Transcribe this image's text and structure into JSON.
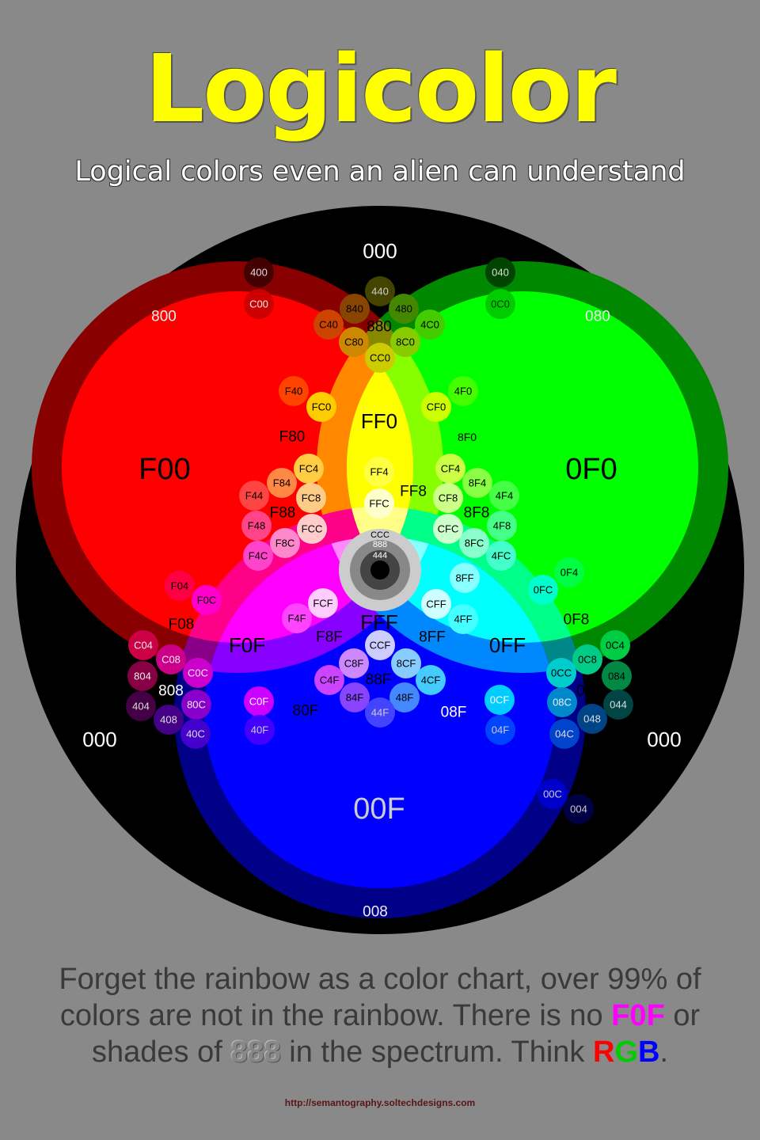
{
  "header": {
    "title": "Logicolor",
    "subtitle": "Logical colors even an alien can understand"
  },
  "diagram": {
    "outer_labels": [
      {
        "text": "000",
        "color": "#ffffff"
      },
      {
        "text": "000",
        "color": "#ffffff"
      },
      {
        "text": "000",
        "color": "#ffffff"
      }
    ],
    "region_labels": [
      {
        "text": "F00",
        "color": "#000000"
      },
      {
        "text": "0F0",
        "color": "#000000"
      },
      {
        "text": "00F",
        "color": "#cccccc"
      },
      {
        "text": "FF0",
        "color": "#000000"
      },
      {
        "text": "F0F",
        "color": "#000000"
      },
      {
        "text": "0FF",
        "color": "#000000"
      },
      {
        "text": "FFF",
        "color": "#000000"
      },
      {
        "text": "800",
        "color": "#eeeeee"
      },
      {
        "text": "080",
        "color": "#eeeeee"
      },
      {
        "text": "008",
        "color": "#eeeeee"
      },
      {
        "text": "880",
        "color": "#000000"
      },
      {
        "text": "808",
        "color": "#ffffff"
      },
      {
        "text": "088",
        "color": "#000000"
      },
      {
        "text": "F80",
        "color": "#000000"
      },
      {
        "text": "8F0",
        "color": "#000000"
      },
      {
        "text": "F08",
        "color": "#000000"
      },
      {
        "text": "80F",
        "color": "#000000"
      },
      {
        "text": "0F8",
        "color": "#000000"
      },
      {
        "text": "08F",
        "color": "#ffffff"
      },
      {
        "text": "FF8",
        "color": "#000000"
      },
      {
        "text": "F88",
        "color": "#000000"
      },
      {
        "text": "8F8",
        "color": "#000000"
      },
      {
        "text": "F8F",
        "color": "#000000"
      },
      {
        "text": "8FF",
        "color": "#000000"
      },
      {
        "text": "88F",
        "color": "#000000"
      }
    ],
    "swatches": [
      {
        "text": "400",
        "fill": "#440000",
        "text_color": "#dddddd"
      },
      {
        "text": "C00",
        "fill": "#cc0000",
        "text_color": "#eeeeee"
      },
      {
        "text": "040",
        "fill": "#004400",
        "text_color": "#dddddd"
      },
      {
        "text": "0C0",
        "fill": "#00cc00",
        "text_color": "#003300"
      },
      {
        "text": "440",
        "fill": "#444400",
        "text_color": "#cccccc"
      },
      {
        "text": "840",
        "fill": "#884400",
        "text_color": "#000000"
      },
      {
        "text": "480",
        "fill": "#448800",
        "text_color": "#000000"
      },
      {
        "text": "C40",
        "fill": "#cc4400",
        "text_color": "#000000"
      },
      {
        "text": "4C0",
        "fill": "#44cc00",
        "text_color": "#000000"
      },
      {
        "text": "C80",
        "fill": "#cc8800",
        "text_color": "#000000"
      },
      {
        "text": "8C0",
        "fill": "#88cc00",
        "text_color": "#000000"
      },
      {
        "text": "CC0",
        "fill": "#cccc00",
        "text_color": "#000000"
      },
      {
        "text": "F40",
        "fill": "#ff4400",
        "text_color": "#000000"
      },
      {
        "text": "4F0",
        "fill": "#44ff00",
        "text_color": "#000000"
      },
      {
        "text": "FC0",
        "fill": "#ffcc00",
        "text_color": "#000000"
      },
      {
        "text": "CF0",
        "fill": "#ccff00",
        "text_color": "#000000"
      },
      {
        "text": "FC4",
        "fill": "#ffcc44",
        "text_color": "#000000"
      },
      {
        "text": "CF4",
        "fill": "#ccff44",
        "text_color": "#000000"
      },
      {
        "text": "FF4",
        "fill": "#ffff44",
        "text_color": "#000000"
      },
      {
        "text": "FFC",
        "fill": "#ffffcc",
        "text_color": "#000000"
      },
      {
        "text": "F84",
        "fill": "#ff8844",
        "text_color": "#000000"
      },
      {
        "text": "8F4",
        "fill": "#88ff44",
        "text_color": "#000000"
      },
      {
        "text": "F44",
        "fill": "#ff4444",
        "text_color": "#000000"
      },
      {
        "text": "4F4",
        "fill": "#44ff44",
        "text_color": "#000000"
      },
      {
        "text": "FC8",
        "fill": "#ffcc88",
        "text_color": "#000000"
      },
      {
        "text": "CF8",
        "fill": "#ccff88",
        "text_color": "#000000"
      },
      {
        "text": "F48",
        "fill": "#ff4488",
        "text_color": "#000000"
      },
      {
        "text": "4F8",
        "fill": "#44ff88",
        "text_color": "#000000"
      },
      {
        "text": "FCC",
        "fill": "#ffcccc",
        "text_color": "#000000"
      },
      {
        "text": "CFC",
        "fill": "#ccffcc",
        "text_color": "#000000"
      },
      {
        "text": "F8C",
        "fill": "#ff88cc",
        "text_color": "#000000"
      },
      {
        "text": "8FC",
        "fill": "#88ffcc",
        "text_color": "#000000"
      },
      {
        "text": "F4C",
        "fill": "#ff44cc",
        "text_color": "#000000"
      },
      {
        "text": "4FC",
        "fill": "#44ffcc",
        "text_color": "#000000"
      },
      {
        "text": "F04",
        "fill": "#ff0044",
        "text_color": "#000000"
      },
      {
        "text": "0F4",
        "fill": "#00ff44",
        "text_color": "#000000"
      },
      {
        "text": "F0C",
        "fill": "#ff00cc",
        "text_color": "#000000"
      },
      {
        "text": "0FC",
        "fill": "#00ffcc",
        "text_color": "#000000"
      },
      {
        "text": "8FF",
        "fill": "#88ffff",
        "text_color": "#000000"
      },
      {
        "text": "FCF",
        "fill": "#ffccff",
        "text_color": "#000000"
      },
      {
        "text": "CFF",
        "fill": "#ccffff",
        "text_color": "#000000"
      },
      {
        "text": "F4F",
        "fill": "#ff44ff",
        "text_color": "#000000"
      },
      {
        "text": "4FF",
        "fill": "#44ffff",
        "text_color": "#000000"
      },
      {
        "text": "CCF",
        "fill": "#ccccff",
        "text_color": "#000000"
      },
      {
        "text": "C8F",
        "fill": "#cc88ff",
        "text_color": "#000000"
      },
      {
        "text": "8CF",
        "fill": "#88ccff",
        "text_color": "#000000"
      },
      {
        "text": "C4F",
        "fill": "#cc44ff",
        "text_color": "#000000"
      },
      {
        "text": "4CF",
        "fill": "#44ccff",
        "text_color": "#000000"
      },
      {
        "text": "84F",
        "fill": "#8844ff",
        "text_color": "#000000"
      },
      {
        "text": "48F",
        "fill": "#4488ff",
        "text_color": "#000000"
      },
      {
        "text": "44F",
        "fill": "#4444ff",
        "text_color": "#cccccc"
      },
      {
        "text": "C0F",
        "fill": "#cc00ff",
        "text_color": "#ffffff"
      },
      {
        "text": "0CF",
        "fill": "#00ccff",
        "text_color": "#ffffff"
      },
      {
        "text": "40F",
        "fill": "#4400ff",
        "text_color": "#cccccc"
      },
      {
        "text": "04F",
        "fill": "#0044ff",
        "text_color": "#cccccc"
      },
      {
        "text": "C04",
        "fill": "#cc0044",
        "text_color": "#eeeeee"
      },
      {
        "text": "0C4",
        "fill": "#00cc44",
        "text_color": "#000000"
      },
      {
        "text": "C08",
        "fill": "#cc0088",
        "text_color": "#eeeeee"
      },
      {
        "text": "0C8",
        "fill": "#00cc88",
        "text_color": "#000000"
      },
      {
        "text": "C0C",
        "fill": "#cc00cc",
        "text_color": "#eeeeee"
      },
      {
        "text": "0CC",
        "fill": "#00cccc",
        "text_color": "#000000"
      },
      {
        "text": "804",
        "fill": "#880044",
        "text_color": "#eeeeee"
      },
      {
        "text": "084",
        "fill": "#008844",
        "text_color": "#000000"
      },
      {
        "text": "80C",
        "fill": "#8800cc",
        "text_color": "#eeeeee"
      },
      {
        "text": "08C",
        "fill": "#0088cc",
        "text_color": "#eeeeee"
      },
      {
        "text": "404",
        "fill": "#440044",
        "text_color": "#dddddd"
      },
      {
        "text": "044",
        "fill": "#004444",
        "text_color": "#dddddd"
      },
      {
        "text": "408",
        "fill": "#440088",
        "text_color": "#dddddd"
      },
      {
        "text": "048",
        "fill": "#004488",
        "text_color": "#dddddd"
      },
      {
        "text": "40C",
        "fill": "#4400cc",
        "text_color": "#dddddd"
      },
      {
        "text": "04C",
        "fill": "#0044cc",
        "text_color": "#dddddd"
      },
      {
        "text": "00C",
        "fill": "#0000cc",
        "text_color": "#cccccc"
      },
      {
        "text": "004",
        "fill": "#000044",
        "text_color": "#cccccc"
      },
      {
        "text": "CCC",
        "fill": "#cccccc",
        "text_color": "#000000"
      },
      {
        "text": "888",
        "fill": "#888888",
        "text_color": "#ffffff"
      },
      {
        "text": "444",
        "fill": "#444444",
        "text_color": "#ffffff"
      }
    ]
  },
  "footer": {
    "line1": "Forget the rainbow as a color chart, over 99% of",
    "line2_a": "colors are not in the rainbow. There is no ",
    "line2_b": "F0F",
    "line2_c": " or",
    "line3_a": "shades of ",
    "line3_b": "888",
    "line3_c": " in the spectrum. Think ",
    "line3_r": "R",
    "line3_g": "G",
    "line3_bb": "B",
    "line3_end": ".",
    "url": "http://semantography.soltechdesigns.com"
  }
}
